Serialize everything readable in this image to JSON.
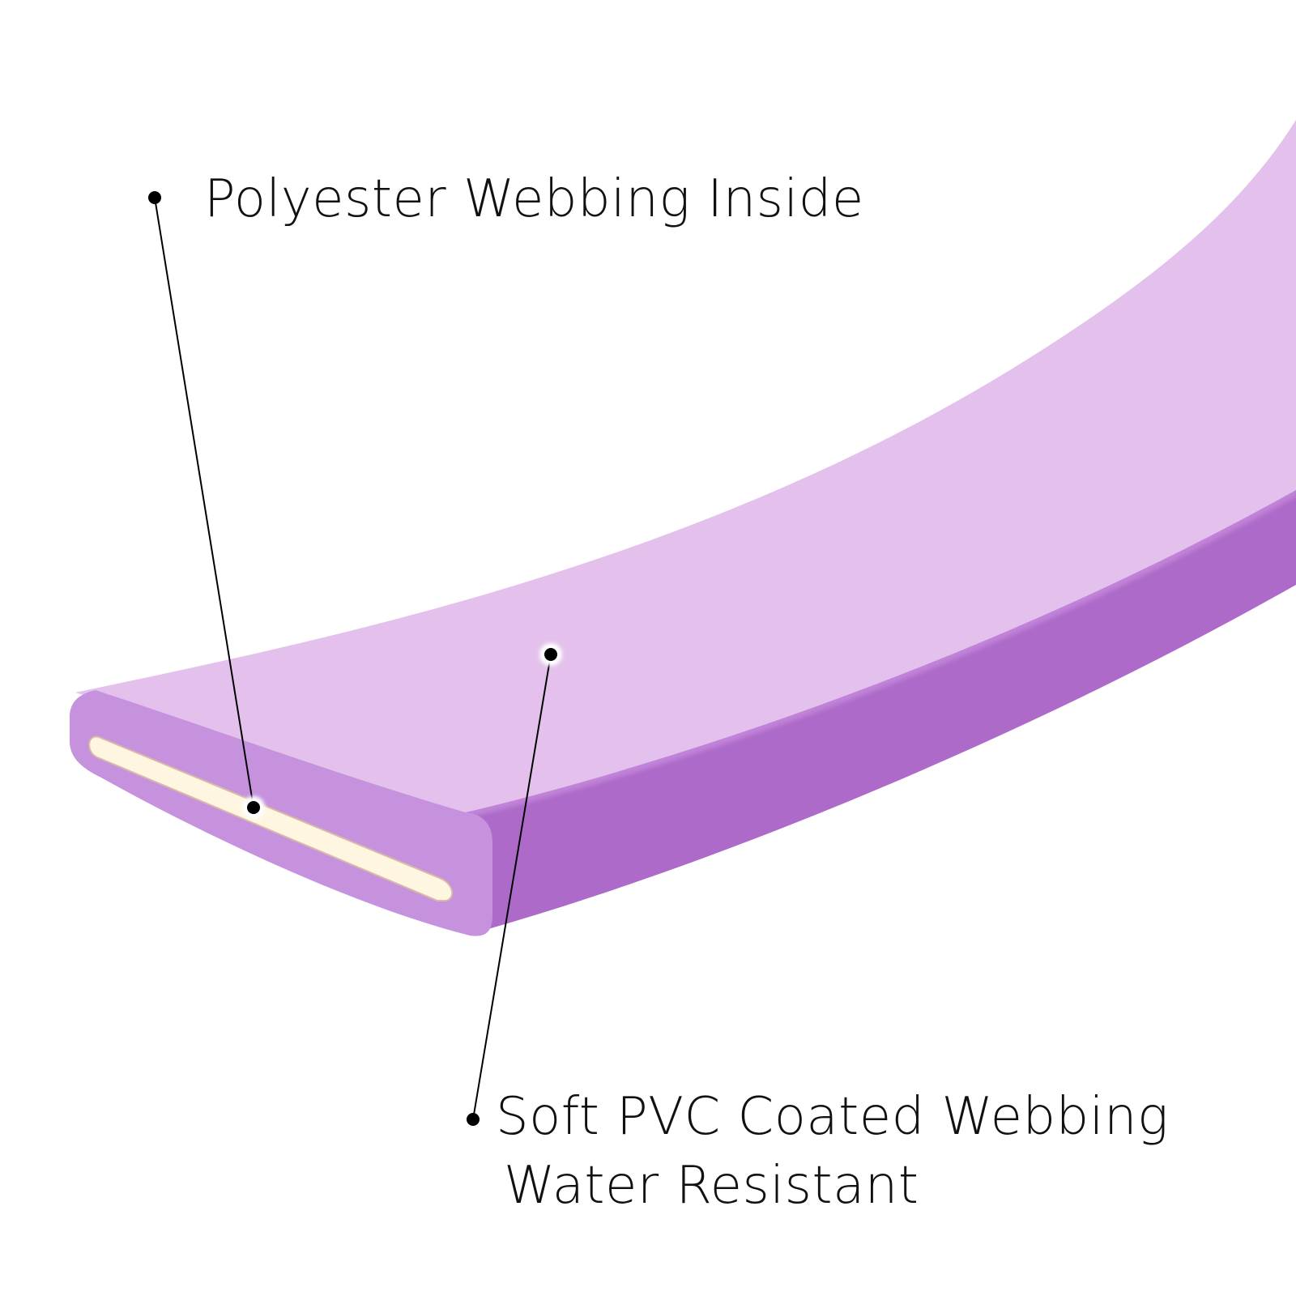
{
  "colors": {
    "background": "#ffffff",
    "strap_top": "#e3c1ec",
    "strap_side": "#ad6ac8",
    "strap_end_face": "#c692de",
    "inner_webbing": "#fff6e2",
    "leader_line": "#000000"
  },
  "callouts": {
    "inner": {
      "text": "Polyester Webbing Inside"
    },
    "outer": {
      "line1": "Soft PVC Coated Webbing",
      "line2": "Water Resistant"
    }
  }
}
